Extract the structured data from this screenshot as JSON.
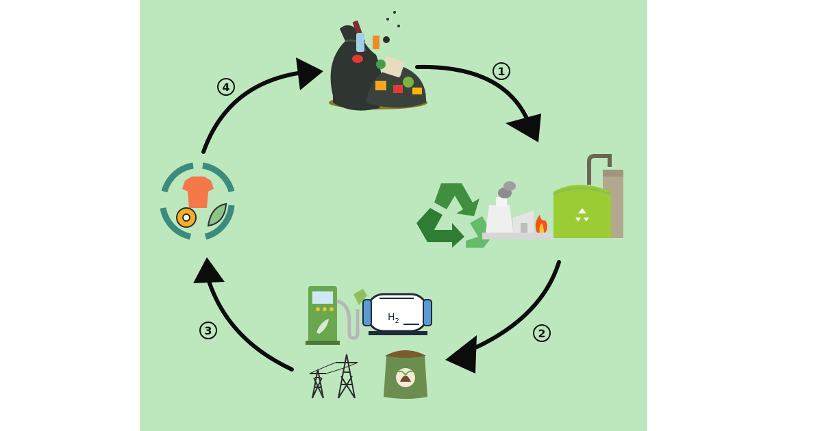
{
  "colors": {
    "background": "#bde8be",
    "page": "#ffffff",
    "arrow": "#0c0c0c"
  },
  "nodes": [
    {
      "id": "waste",
      "icon": "garbage-bag-pile-icon"
    },
    {
      "id": "processing",
      "icons": [
        "recycle-icon",
        "factory-icon",
        "biogas-digester-icon"
      ]
    },
    {
      "id": "products",
      "icons": [
        "fuel-pump-icon",
        "hydrogen-tank-icon",
        "power-pylon-icon",
        "fertilizer-sack-icon"
      ]
    },
    {
      "id": "reuse",
      "icon": "circular-economy-icon"
    }
  ],
  "steps": [
    {
      "label": "1"
    },
    {
      "label": "2"
    },
    {
      "label": "3"
    },
    {
      "label": "4"
    }
  ],
  "tank_label": {
    "main": "H",
    "sub": "2"
  }
}
